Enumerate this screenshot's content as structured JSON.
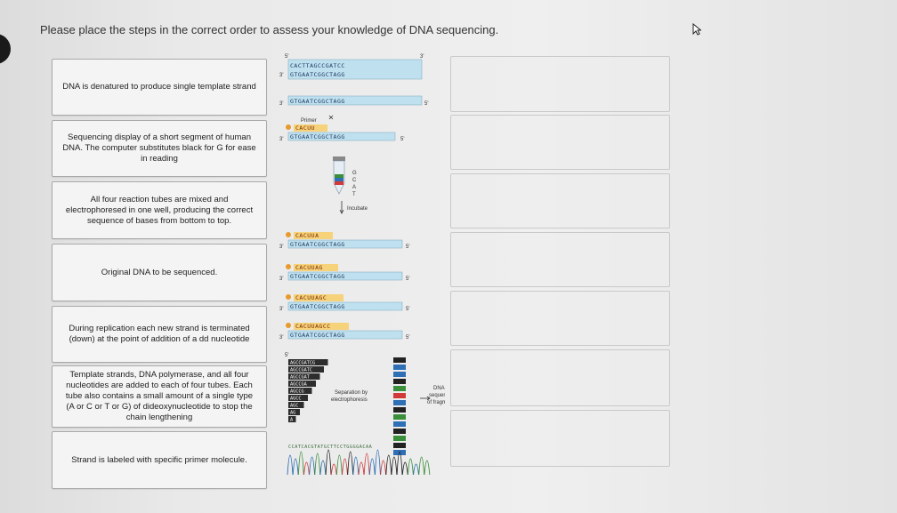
{
  "title": "Please place the steps in the correct order to assess your knowledge of DNA sequencing.",
  "steps": [
    {
      "text": "DNA is denatured to produce single template strand"
    },
    {
      "text": "Sequencing display of a short segment of human DNA. The computer substitutes black for G for ease in reading"
    },
    {
      "text": "All four reaction tubes are mixed and electrophoresed in one well, producing the correct sequence of bases from bottom to top."
    },
    {
      "text": "Original DNA to be sequenced."
    },
    {
      "text": "During replication each new strand is terminated (down) at the point of addition of a dd nucleotide"
    },
    {
      "text": "Template strands, DNA polymerase, and all four nucleotides are added to each of four tubes. Each tube also contains a small amount of a single type (A or C or T or G) of dideoxynucleotide to stop the chain lengthening"
    },
    {
      "text": "Strand is labeled with specific primer molecule."
    }
  ],
  "figure": {
    "top_strand": "CACTTAGCCGATCC",
    "bottom_strand": "GTGAATCGGCTAGG",
    "prime5": "5'",
    "prime3": "3'",
    "primer_label": "Primer",
    "primer_seq": "CACUU",
    "tube_letters": [
      "G",
      "C",
      "A",
      "T"
    ],
    "incubate_label": "Incubate",
    "extensions": [
      "CACUUA",
      "CACUUAG",
      "CACUUAGC",
      "CACUUAGCC"
    ],
    "fragments": [
      "AGCCGATCG",
      "AGCCGATC",
      "AGCCGAT",
      "AGCCGA",
      "AGCCG",
      "AGCC",
      "AGC",
      "AG",
      "A"
    ],
    "separation_label": "Separation by electrophoresis",
    "dna_label": "DNA sequence of fragment",
    "chromatogram_seq": "CCATCACGTATGCTTCCTGGGGACAA"
  },
  "colors": {
    "accent": "#2e6fb5",
    "card_border": "#a9a9a9",
    "primer_orange": "#e89a2c"
  }
}
